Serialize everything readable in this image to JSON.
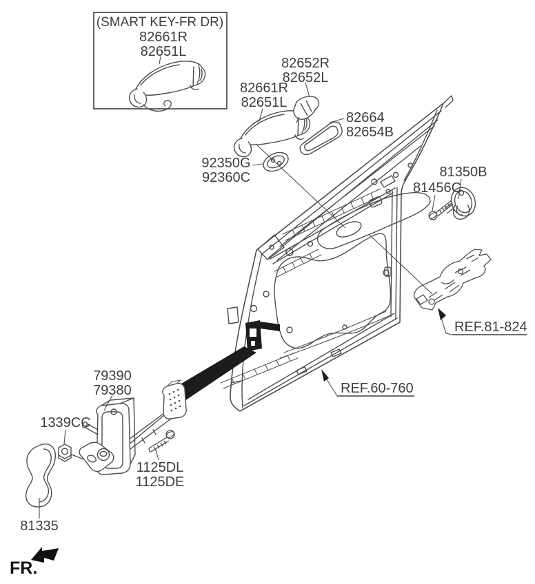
{
  "diagram_title": "Front door locking mechanism parts diagram",
  "colors": {
    "line": "#4d4d4d",
    "text": "#3d3d3d",
    "ink": "#1c1c1c",
    "background": "#ffffff"
  },
  "labels": {
    "smart_key_title": "(SMART KEY-FR DR)",
    "smart_key_part1": "82661R",
    "smart_key_part2": "82651L",
    "cap_part1": "82652R",
    "cap_part2": "82652L",
    "handle_part1": "82661R",
    "handle_part2": "82651L",
    "pad_part1": "82664",
    "pad_part2": "82654B",
    "cover_part1": "92350G",
    "cover_part2": "92360C",
    "striker": "81350B",
    "striker_screw": "81456C",
    "ref_latch": "REF.81-824",
    "ref_body": "REF.60-760",
    "checker_part1": "79390",
    "checker_part2": "79380",
    "nut": "1339CC",
    "bolt_part1": "1125DL",
    "bolt_part2": "1125DE",
    "grip": "81335",
    "front_marker": "FR."
  }
}
